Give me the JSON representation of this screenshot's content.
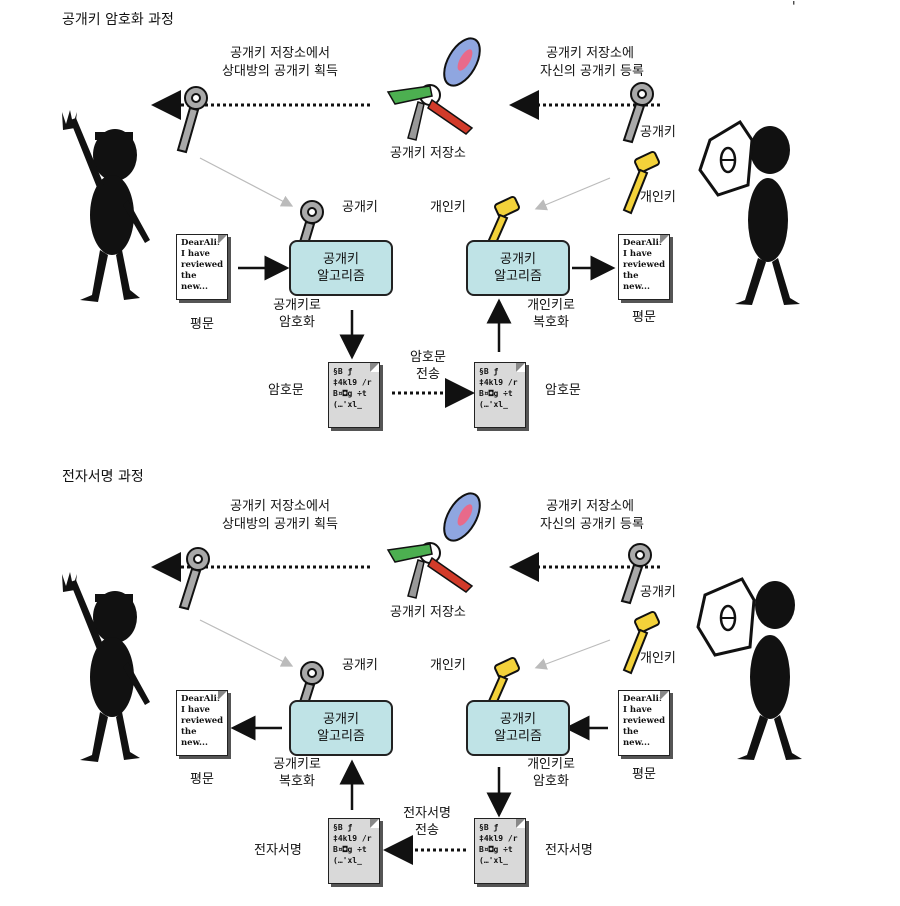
{
  "top_right_mark": "'",
  "panels": [
    {
      "title": "공개키 암호화 과정",
      "left_label_line1": "공개키 저장소에서",
      "left_label_line2": "상대방의 공개키 획득",
      "right_label_line1": "공개키 저장소에",
      "right_label_line2": "자신의 공개키 등록",
      "keyring_label": "공개키 저장소",
      "right_pubkey_label": "공개키",
      "right_privkey_label": "개인키",
      "center_pubkey_label": "공개키",
      "center_privkey_label": "개인키",
      "algo_left_line1": "공개키",
      "algo_left_line2": "알고리즘",
      "algo_right_line1": "공개키",
      "algo_right_line2": "알고리즘",
      "left_op_line1": "공개키로",
      "left_op_line2": "암호화",
      "right_op_line1": "개인키로",
      "right_op_line2": "복호화",
      "left_doc_label": "평문",
      "right_doc_label": "평문",
      "left_cipher_label": "암호문",
      "right_cipher_label": "암호문",
      "transfer_line1": "암호문",
      "transfer_line2": "전송"
    },
    {
      "title": "전자서명 과정",
      "left_label_line1": "공개키 저장소에서",
      "left_label_line2": "상대방의 공개키 획득",
      "right_label_line1": "공개키 저장소에",
      "right_label_line2": "자신의 공개키 등록",
      "keyring_label": "공개키 저장소",
      "right_pubkey_label": "공개키",
      "right_privkey_label": "개인키",
      "center_pubkey_label": "공개키",
      "center_privkey_label": "개인키",
      "algo_left_line1": "공개키",
      "algo_left_line2": "알고리즘",
      "algo_right_line1": "공개키",
      "algo_right_line2": "알고리즘",
      "left_op_line1": "공개키로",
      "left_op_line2": "복호화",
      "right_op_line1": "개인키로",
      "right_op_line2": "암호화",
      "left_doc_label": "평문",
      "right_doc_label": "평문",
      "left_cipher_label": "전자서명",
      "right_cipher_label": "전자서명",
      "transfer_line1": "전자서명",
      "transfer_line2": "전송"
    }
  ],
  "plain_doc_lines": [
    "DearAli:",
    "I have",
    "reviewed",
    "the new..."
  ],
  "cipher_doc_lines": [
    "§B ƒ",
    "‡4kl9 /r",
    "B¤◘g ÷t",
    "(…'xl_"
  ],
  "colors": {
    "algo_fill": "#bfe3e6",
    "public_key": "#a9a9a9",
    "private_key": "#f3d23a",
    "keyring_green": "#4caf50",
    "keyring_red": "#d23b2a",
    "keyring_blue": "#8fa6e0",
    "cipher_doc": "#d9d9d9"
  }
}
